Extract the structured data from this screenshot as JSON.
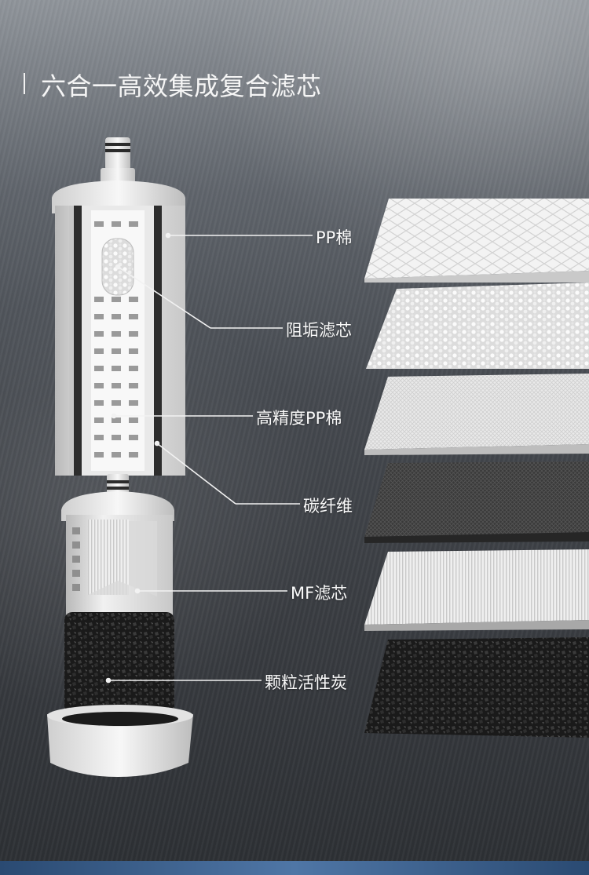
{
  "title": "六合一高效集成复合滤芯",
  "layers": [
    {
      "id": "pp",
      "label": "PP棉"
    },
    {
      "id": "scale",
      "label": "阻垢滤芯"
    },
    {
      "id": "hpp",
      "label": "高精度PP棉"
    },
    {
      "id": "carbon-fiber",
      "label": "碳纤维"
    },
    {
      "id": "mf",
      "label": "MF滤芯"
    },
    {
      "id": "activated-carbon",
      "label": "颗粒活性炭"
    }
  ],
  "colors": {
    "accent_band": "#3d6394",
    "text": "#fafafa"
  }
}
